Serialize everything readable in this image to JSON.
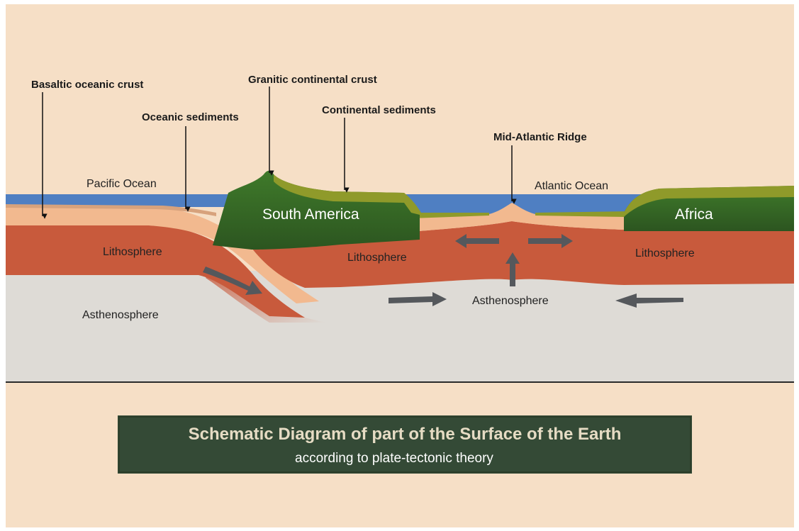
{
  "colors": {
    "background": "#f6dfc6",
    "ocean": "#4f7fc2",
    "oceanic_crust": "#f2b98f",
    "lithosphere": "#c85a3c",
    "asthenosphere": "#dedbd6",
    "continent": "#4a7f32",
    "continent_dark": "#2f5a22",
    "sediment": "#8f9a2a",
    "arrow": "#55585c",
    "caption_bg": "#344a36"
  },
  "icons": [
    "plate-motion-arrow-icon"
  ],
  "callouts": {
    "basaltic_crust": "Basaltic oceanic crust",
    "oceanic_sediments": "Oceanic sediments",
    "granitic_crust": "Granitic continental crust",
    "continental_sediments": "Continental sediments",
    "mid_atlantic_ridge": "Mid-Atlantic Ridge"
  },
  "regions": {
    "pacific_ocean": "Pacific Ocean",
    "atlantic_ocean": "Atlantic Ocean",
    "south_america": "South America",
    "africa": "Africa",
    "lithosphere_left": "Lithosphere",
    "lithosphere_center": "Lithosphere",
    "lithosphere_right": "Lithosphere",
    "asthenosphere_left": "Asthenosphere",
    "asthenosphere_center": "Asthenosphere"
  },
  "caption": {
    "title": "Schematic Diagram of part of the Surface of the Earth",
    "subtitle": "according to plate-tectonic theory"
  }
}
